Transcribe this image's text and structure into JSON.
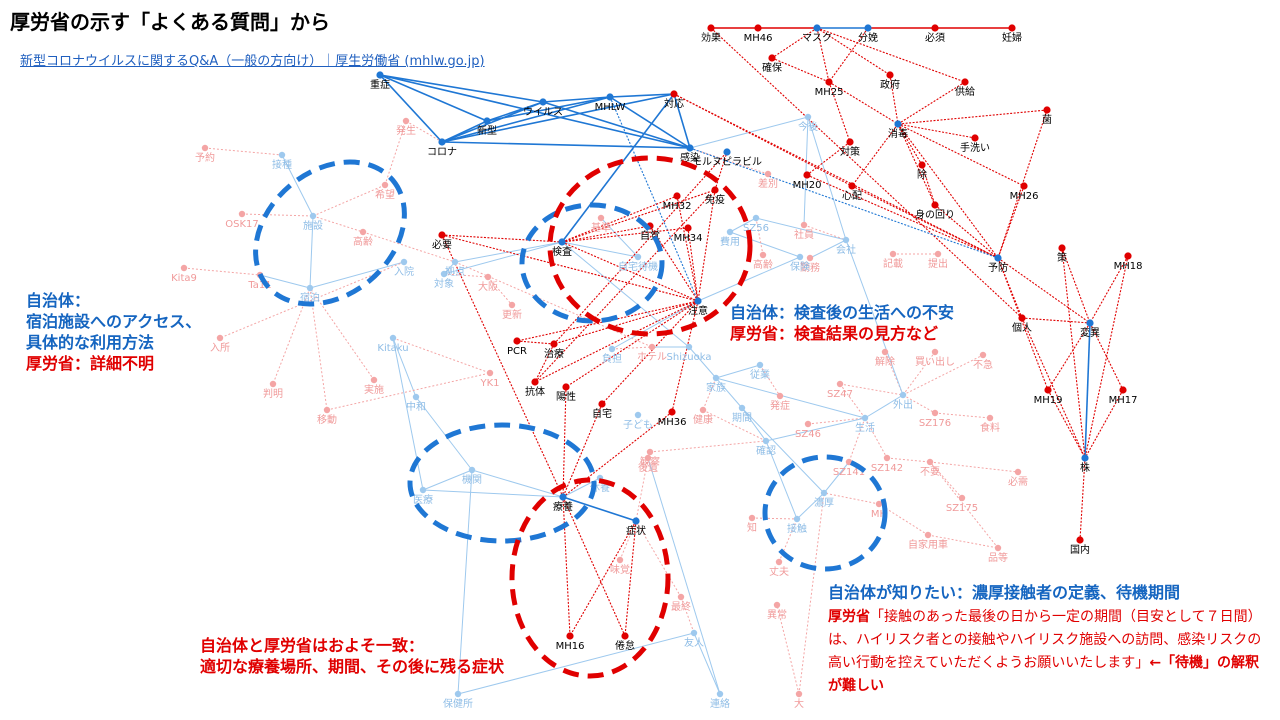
{
  "header": {
    "title": "厚労省の示す「よくある質問」から",
    "link_text": "新型コロナウイルスに関するQ&A（一般の方向け）｜厚生労働省 (mhlw.go.jp)"
  },
  "colors": {
    "blue_node": "#1f77d4",
    "red_node": "#e00000",
    "light_blue": "#9ec9ee",
    "light_red": "#f4a5a5"
  },
  "diagram": {
    "nodes": [
      {
        "id": "kouka",
        "label": "効果",
        "c": "r",
        "s": 1
      },
      {
        "id": "mh46",
        "label": "MH46",
        "c": "r",
        "s": 1
      },
      {
        "id": "mask",
        "label": "マスク",
        "c": "b",
        "s": 1
      },
      {
        "id": "bunben",
        "label": "分娩",
        "c": "b",
        "s": 1
      },
      {
        "id": "hissu",
        "label": "必須",
        "c": "r",
        "s": 1
      },
      {
        "id": "ninpu",
        "label": "妊婦",
        "c": "r",
        "s": 1
      },
      {
        "id": "kakuho",
        "label": "確保",
        "c": "r",
        "s": 1
      },
      {
        "id": "seifu",
        "label": "政府",
        "c": "r",
        "s": 1
      },
      {
        "id": "kyokyu",
        "label": "供給",
        "c": "r",
        "s": 1
      },
      {
        "id": "mh25",
        "label": "MH25",
        "c": "r",
        "s": 1
      },
      {
        "id": "kin",
        "label": "菌",
        "c": "r",
        "s": 1
      },
      {
        "id": "shodoku",
        "label": "消毒",
        "c": "b",
        "s": 1
      },
      {
        "id": "teari",
        "label": "手洗い",
        "c": "r",
        "s": 1
      },
      {
        "id": "taisaku",
        "label": "対策",
        "c": "r",
        "s": 1
      },
      {
        "id": "nozoku",
        "label": "除",
        "c": "r",
        "s": 1
      },
      {
        "id": "mh26",
        "label": "MH26",
        "c": "r",
        "s": 1
      },
      {
        "id": "minomawari",
        "label": "身の回り",
        "c": "r",
        "s": 1
      },
      {
        "id": "mh20",
        "label": "MH20",
        "c": "r",
        "s": 1
      },
      {
        "id": "shinpai",
        "label": "心配",
        "c": "r",
        "s": 1
      },
      {
        "id": "yobo",
        "label": "予防",
        "c": "b",
        "s": 1
      },
      {
        "id": "saku",
        "label": "策",
        "c": "r",
        "s": 1
      },
      {
        "id": "mh18",
        "label": "MH18",
        "c": "r",
        "s": 1
      },
      {
        "id": "kojin",
        "label": "個人",
        "c": "r",
        "s": 1
      },
      {
        "id": "heni",
        "label": "変異",
        "c": "b",
        "s": 1
      },
      {
        "id": "mh19",
        "label": "MH19",
        "c": "r",
        "s": 1
      },
      {
        "id": "mh17",
        "label": "MH17",
        "c": "r",
        "s": 1
      },
      {
        "id": "kabu",
        "label": "株",
        "c": "b",
        "s": 1
      },
      {
        "id": "kokunai",
        "label": "国内",
        "c": "r",
        "s": 1
      },
      {
        "id": "jusho",
        "label": "重症",
        "c": "b",
        "s": 1
      },
      {
        "id": "mhlw",
        "label": "MHLW",
        "c": "b",
        "s": 1
      },
      {
        "id": "virus",
        "label": "ウイルス",
        "c": "b",
        "s": 1
      },
      {
        "id": "shingata",
        "label": "新型",
        "c": "b",
        "s": 1
      },
      {
        "id": "taio",
        "label": "対応",
        "c": "r",
        "s": 1
      },
      {
        "id": "corona",
        "label": "コロナ",
        "c": "b",
        "s": 1
      },
      {
        "id": "kansen",
        "label": "感染",
        "c": "b",
        "s": 1
      },
      {
        "id": "moldnupiravir",
        "label": "モルヌピラビル",
        "c": "b",
        "s": 1
      },
      {
        "id": "mh32",
        "label": "MH32",
        "c": "r",
        "s": 1
      },
      {
        "id": "meneki",
        "label": "免疫",
        "c": "r",
        "s": 1
      },
      {
        "id": "jishin",
        "label": "自覚",
        "c": "r",
        "s": 1
      },
      {
        "id": "mh34",
        "label": "MH34",
        "c": "r",
        "s": 1
      },
      {
        "id": "hitsuyo",
        "label": "必要",
        "c": "r",
        "s": 1
      },
      {
        "id": "kensa",
        "label": "検査",
        "c": "b",
        "s": 1
      },
      {
        "id": "chui",
        "label": "注意",
        "c": "b",
        "s": 1
      },
      {
        "id": "pcr",
        "label": "PCR",
        "c": "r",
        "s": 1
      },
      {
        "id": "chiryo",
        "label": "治療",
        "c": "r",
        "s": 1
      },
      {
        "id": "kotai",
        "label": "抗体",
        "c": "r",
        "s": 1
      },
      {
        "id": "yosei",
        "label": "陽性",
        "c": "r",
        "s": 1
      },
      {
        "id": "jitaku",
        "label": "自宅",
        "c": "r",
        "s": 1
      },
      {
        "id": "mh36",
        "label": "MH36",
        "c": "r",
        "s": 1
      },
      {
        "id": "ryoyo",
        "label": "療養",
        "c": "b",
        "s": 1
      },
      {
        "id": "shojo",
        "label": "症状",
        "c": "b",
        "s": 1
      },
      {
        "id": "mh16",
        "label": "MH16",
        "c": "r",
        "s": 1
      },
      {
        "id": "kentai",
        "label": "倦怠",
        "c": "r",
        "s": 1
      },
      {
        "id": "yoyaku",
        "label": "予約",
        "c": "r",
        "s": 0
      },
      {
        "id": "sesshu",
        "label": "接種",
        "c": "b",
        "s": 0
      },
      {
        "id": "hassei",
        "label": "発生",
        "c": "r",
        "s": 0
      },
      {
        "id": "kibo",
        "label": "希望",
        "c": "r",
        "s": 0
      },
      {
        "id": "osk",
        "label": "OSK17",
        "c": "r",
        "s": 0
      },
      {
        "id": "shisetsu",
        "label": "施設",
        "c": "b",
        "s": 0
      },
      {
        "id": "koreisha",
        "label": "高齢",
        "c": "r",
        "s": 0
      },
      {
        "id": "kita9",
        "label": "Kita9",
        "c": "r",
        "s": 0
      },
      {
        "id": "ta11",
        "label": "Ta11",
        "c": "r",
        "s": 0
      },
      {
        "id": "shukuhaku",
        "label": "宿泊",
        "c": "b",
        "s": 0
      },
      {
        "id": "nyuin",
        "label": "入院",
        "c": "b",
        "s": 0
      },
      {
        "id": "nyusho",
        "label": "入所",
        "c": "r",
        "s": 0
      },
      {
        "id": "kitaku",
        "label": "Kitaku",
        "c": "b",
        "s": 0
      },
      {
        "id": "yk",
        "label": "YK1",
        "c": "r",
        "s": 0
      },
      {
        "id": "hanmei",
        "label": "判明",
        "c": "r",
        "s": 0
      },
      {
        "id": "idou",
        "label": "移動",
        "c": "r",
        "s": 0
      },
      {
        "id": "jisshi",
        "label": "実施",
        "c": "r",
        "s": 0
      },
      {
        "id": "nakawa",
        "label": "中和",
        "c": "b",
        "s": 0
      },
      {
        "id": "taisho",
        "label": "対象",
        "c": "b",
        "s": 0
      },
      {
        "id": "osaka",
        "label": "大阪",
        "c": "r",
        "s": 0
      },
      {
        "id": "koshin",
        "label": "更新",
        "c": "r",
        "s": 0
      },
      {
        "id": "kikan",
        "label": "機関",
        "c": "b",
        "s": 0
      },
      {
        "id": "iryo",
        "label": "医療",
        "c": "b",
        "s": 0
      },
      {
        "id": "kyoten",
        "label": "拠点",
        "c": "b",
        "s": 0
      },
      {
        "id": "hotel",
        "label": "ホテル",
        "c": "r",
        "s": 0
      },
      {
        "id": "shizuoka",
        "label": "Shizuoka",
        "c": "b",
        "s": 0
      },
      {
        "id": "futan",
        "label": "負担",
        "c": "b",
        "s": 0
      },
      {
        "id": "kodomo",
        "label": "子ども",
        "c": "b",
        "s": 0
      },
      {
        "id": "kazoku",
        "label": "家族",
        "c": "b",
        "s": 0
      },
      {
        "id": "kenko",
        "label": "健康",
        "c": "r",
        "s": 0
      },
      {
        "id": "kikan2",
        "label": "期間",
        "c": "b",
        "s": 0
      },
      {
        "id": "kakunin",
        "label": "確認",
        "c": "b",
        "s": 0
      },
      {
        "id": "kansatsu",
        "label": "観察",
        "c": "r",
        "s": 0
      },
      {
        "id": "jugyo",
        "label": "従業",
        "c": "b",
        "s": 0
      },
      {
        "id": "hassho",
        "label": "発症",
        "c": "r",
        "s": 0
      },
      {
        "id": "sz47",
        "label": "SZ47",
        "c": "r",
        "s": 0
      },
      {
        "id": "sz46",
        "label": "SZ46",
        "c": "r",
        "s": 0
      },
      {
        "id": "gaishutsu",
        "label": "外出",
        "c": "b",
        "s": 0
      },
      {
        "id": "seikatsu",
        "label": "生活",
        "c": "b",
        "s": 0
      },
      {
        "id": "kaidashi",
        "label": "買い出し",
        "c": "r",
        "s": 0
      },
      {
        "id": "fukyu",
        "label": "不急",
        "c": "r",
        "s": 0
      },
      {
        "id": "sz176",
        "label": "SZ176",
        "c": "r",
        "s": 0
      },
      {
        "id": "shokuryo",
        "label": "食料",
        "c": "r",
        "s": 0
      },
      {
        "id": "sz142",
        "label": "SZ142",
        "c": "r",
        "s": 0
      },
      {
        "id": "fuyo",
        "label": "不要",
        "c": "r",
        "s": 0
      },
      {
        "id": "hitsuju",
        "label": "必需",
        "c": "r",
        "s": 0
      },
      {
        "id": "sz141",
        "label": "SZ141",
        "c": "r",
        "s": 0
      },
      {
        "id": "noko",
        "label": "濃厚",
        "c": "b",
        "s": 0
      },
      {
        "id": "sesshoku",
        "label": "接触",
        "c": "b",
        "s": 0
      },
      {
        "id": "sz175",
        "label": "SZ175",
        "c": "r",
        "s": 0
      },
      {
        "id": "mh",
        "label": "MH",
        "c": "r",
        "s": 0
      },
      {
        "id": "jikayo",
        "label": "自家用車",
        "c": "r",
        "s": 0
      },
      {
        "id": "hinto",
        "label": "品等",
        "c": "r",
        "s": 0
      },
      {
        "id": "shiru",
        "label": "知",
        "c": "r",
        "s": 0
      },
      {
        "id": "joubu",
        "label": "丈夫",
        "c": "r",
        "s": 0
      },
      {
        "id": "kongo",
        "label": "今後",
        "c": "b",
        "s": 0
      },
      {
        "id": "sabetsu",
        "label": "差別",
        "c": "r",
        "s": 0
      },
      {
        "id": "shain",
        "label": "社員",
        "c": "r",
        "s": 0
      },
      {
        "id": "kaisha",
        "label": "会社",
        "c": "b",
        "s": 0
      },
      {
        "id": "kinmu",
        "label": "勤務",
        "c": "r",
        "s": 0
      },
      {
        "id": "kiroku",
        "label": "記載",
        "c": "r",
        "s": 0
      },
      {
        "id": "teishutsu",
        "label": "提出",
        "c": "r",
        "s": 0
      },
      {
        "id": "kaijo",
        "label": "解除",
        "c": "r",
        "s": 0
      },
      {
        "id": "hoken",
        "label": "保険",
        "c": "b",
        "s": 0
      },
      {
        "id": "hiyou",
        "label": "費用",
        "c": "b",
        "s": 0
      },
      {
        "id": "kouretsu",
        "label": "高齢",
        "c": "r",
        "s": 0
      },
      {
        "id": "sz56",
        "label": "SZ56",
        "c": "b",
        "s": 0
      },
      {
        "id": "jishitsu",
        "label": "自宅待機",
        "c": "b",
        "s": 0
      },
      {
        "id": "kijun",
        "label": "基準",
        "c": "r",
        "s": 0
      },
      {
        "id": "saisen",
        "label": "最終",
        "c": "r",
        "s": 0
      },
      {
        "id": "yujin",
        "label": "友人",
        "c": "b",
        "s": 0
      },
      {
        "id": "hokensho",
        "label": "保健所",
        "c": "b",
        "s": 0
      },
      {
        "id": "renraku",
        "label": "連絡",
        "c": "b",
        "s": 0
      },
      {
        "id": "dai",
        "label": "大",
        "c": "r",
        "s": 0
      },
      {
        "id": "ijo",
        "label": "異常",
        "c": "r",
        "s": 0
      },
      {
        "id": "mikaku",
        "label": "味覚",
        "c": "r",
        "s": 0
      },
      {
        "id": "kouda",
        "label": "後遺",
        "c": "r",
        "s": 0
      },
      {
        "id": "kyuyou",
        "label": "休養",
        "c": "b",
        "s": 0
      }
    ],
    "groups": [
      {
        "name": "自治体: 宿泊施設へのアクセス"
      },
      {
        "name": "検査後の生活"
      },
      {
        "name": "療養"
      },
      {
        "name": "濃厚接触者"
      }
    ]
  },
  "notes": {
    "n1_line1": "自治体：",
    "n1_line2": "宿泊施設へのアクセス、",
    "n1_line3": "具体的な利用方法",
    "n1_line4": "厚労省：詳細不明",
    "n2_line1": "自治体：検査後の生活への不安",
    "n2_line2": "厚労省：検査結果の見方など",
    "n3_line1": "自治体が知りたい：濃厚接触者の定義、待機期間",
    "n3_label": "厚労省",
    "n3_quote": "「接触のあった最後の日から一定の期間（目安として７日間）は、ハイリスク者との接触やハイリスク施設への訪問、感染リスクの高い行動を控えていただくようお願いいたします」",
    "n3_tail": "←「待機」の解釈が難しい",
    "n4_line1": "自治体と厚労省はおよそ一致：",
    "n4_line2": "適切な療養場所、期間、その後に残る症状"
  }
}
